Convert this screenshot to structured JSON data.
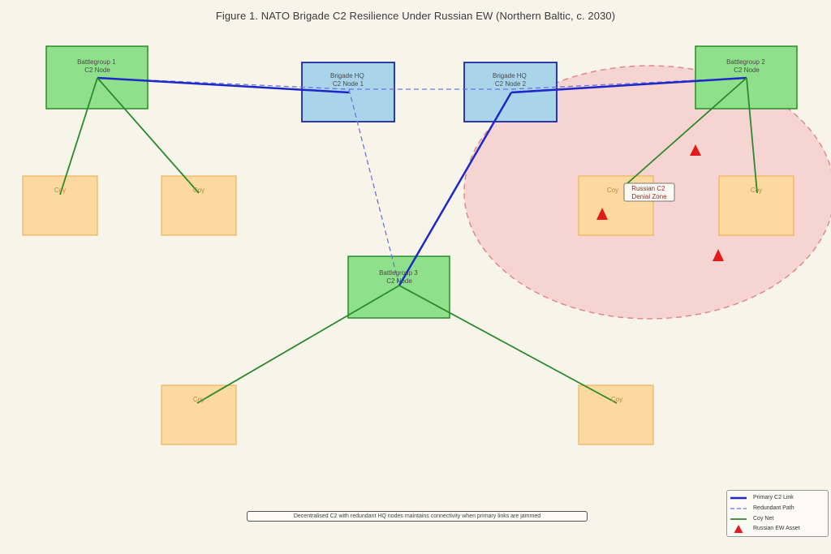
{
  "title": "Figure 1. NATO Brigade C2 Resilience Under Russian EW (Northern Baltic, c. 2030)",
  "nodes": {
    "bg1": {
      "line1": "Battlegroup 1",
      "line2": "C2 Node"
    },
    "bg2": {
      "line1": "Battlegroup 2",
      "line2": "C2 Node"
    },
    "bg3": {
      "line1": "Battlegroup 3",
      "line2": "C2 Node"
    },
    "hq1": {
      "line1": "Brigade HQ",
      "line2": "C2 Node 1"
    },
    "hq2": {
      "line1": "Brigade HQ",
      "line2": "C2 Node 2"
    },
    "coy": "Coy"
  },
  "denial_zone": {
    "line1": "Russian C2",
    "line2": "Denial Zone"
  },
  "caption": "Decentralised C2 with redundant HQ nodes maintains connectivity when primary links are jammed",
  "legend": {
    "primary": "Primary C2 Link",
    "redundant": "Redundant Path",
    "coy_net": "Coy Net",
    "ew": "Russian EW Asset"
  },
  "colors": {
    "background": "#f7f4ea",
    "battlegroup": "#8fe08a",
    "brigade_hq": "#a9d4ea",
    "company": "#fbd9a0",
    "denial_zone": "#f4c9c9",
    "primary_link": "#1e27c8",
    "redundant_link": "#6b74e0",
    "coy_net": "#2b8a2b",
    "ew_asset": "#e01b1b"
  }
}
